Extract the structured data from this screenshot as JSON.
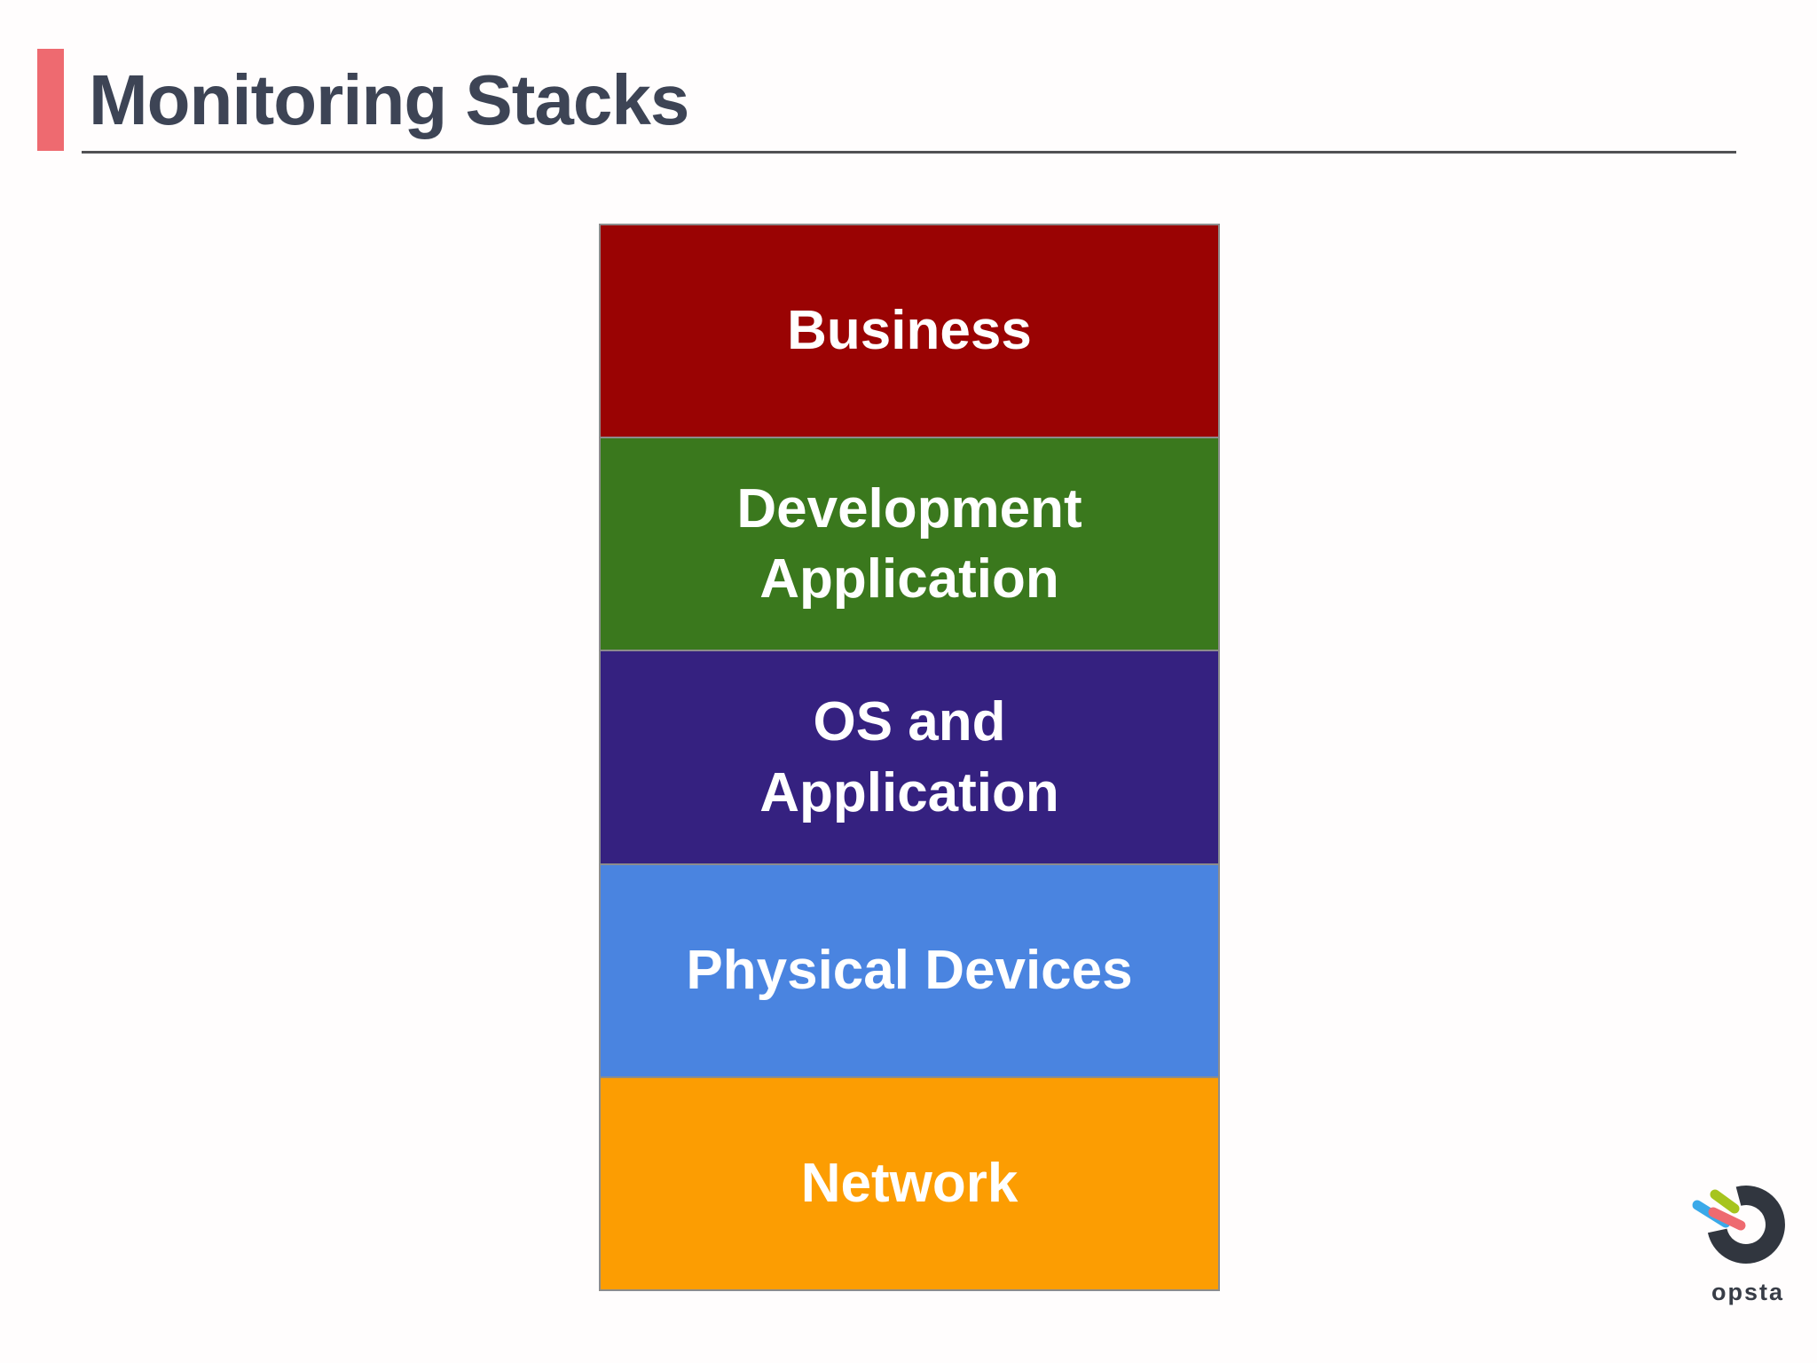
{
  "slide": {
    "title": "Monitoring Stacks",
    "title_color": "#3d4455",
    "accent_color": "#ee6a70",
    "underline_color": "#515154",
    "background_color": "#fffdfd"
  },
  "stack": {
    "layers": [
      {
        "label": "Business",
        "color": "#9a0303"
      },
      {
        "label": "Development Application",
        "color": "#3a781d"
      },
      {
        "label": "OS and Application",
        "color": "#352180"
      },
      {
        "label": "Physical Devices",
        "color": "#4a84e0"
      },
      {
        "label": "Network",
        "color": "#fc9d02"
      }
    ],
    "text_color": "#ffffff",
    "border_color": "#8c8c8c"
  },
  "logo": {
    "text": "opsta",
    "ring_color": "#31363f",
    "text_color": "#383d47",
    "stripe_blue": "#3aa9e9",
    "stripe_green": "#a6c41e",
    "stripe_red": "#ee6a70"
  }
}
